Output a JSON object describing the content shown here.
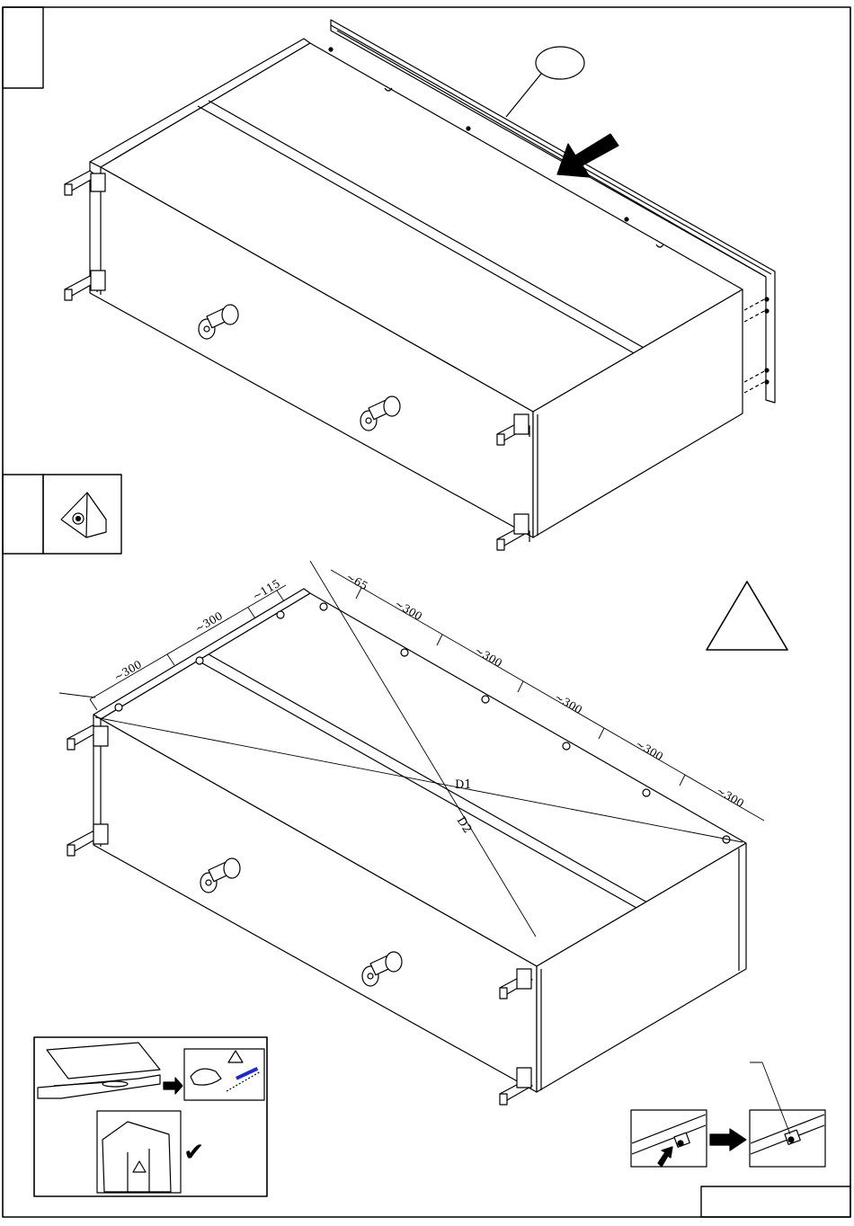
{
  "page": {
    "title": ""
  },
  "step1": {
    "part_callout_label": ""
  },
  "step2": {
    "dimensions": {
      "left": [
        "~300",
        "~300",
        "~115"
      ],
      "top": [
        "~65",
        "~300",
        "~300",
        "~300",
        "~300",
        "~300"
      ]
    },
    "diagonals": [
      "D1",
      "D2"
    ],
    "warning_icon": "warning-triangle-icon"
  },
  "footer_page_number": ""
}
